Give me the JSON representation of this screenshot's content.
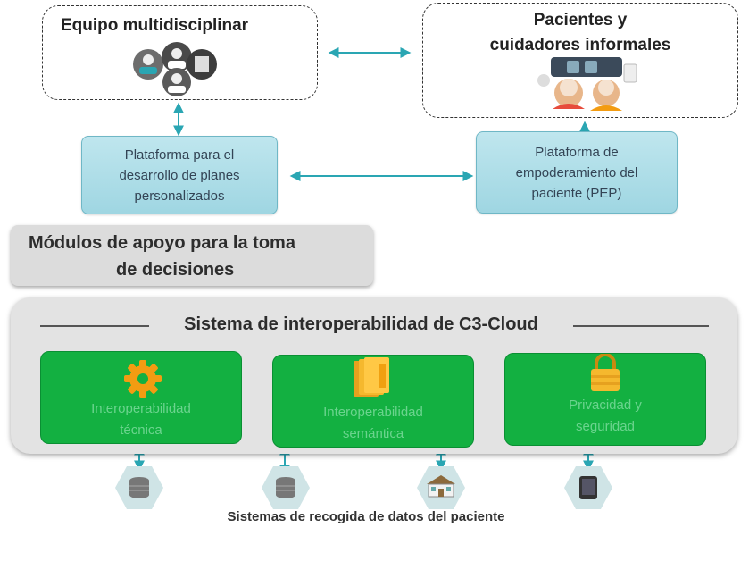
{
  "colors": {
    "arrow": "#2aa6b3",
    "green": "#13b041",
    "teal": "#a9dbe6",
    "hexagon": "#cfe4e6"
  },
  "team": {
    "title": "Equipo multidisciplinar",
    "icon": "team-icons"
  },
  "patients": {
    "title_line1": "Pacientes y",
    "title_line2": "cuidadores informales",
    "icon": "patients-devices-icons"
  },
  "platform_plans": {
    "line1": "Plataforma para el",
    "line2": "desarrollo de planes",
    "line3": "personalizados"
  },
  "platform_pep": {
    "line1": "Plataforma de",
    "line2": "empoderamiento del",
    "line3": "paciente (PEP)"
  },
  "modules": {
    "line1": "Módulos de apoyo para la toma",
    "line2": "de decisiones"
  },
  "interop": {
    "title": "Sistema de interoperabilidad de C3-Cloud",
    "boxes": [
      {
        "line1": "Interoperabilidad",
        "line2": "técnica",
        "icon": "gear-icon"
      },
      {
        "line1": "Interoperabilidad",
        "line2": "semántica",
        "icon": "folders-icon"
      },
      {
        "line1": "Privacidad y",
        "line2": "seguridad",
        "icon": "padlock-icon"
      }
    ]
  },
  "data_sources": {
    "label": "Sistemas de recogida de datos del paciente",
    "icons": [
      "database-icon",
      "database-icon",
      "hospital-icon",
      "tablet-icon"
    ]
  }
}
